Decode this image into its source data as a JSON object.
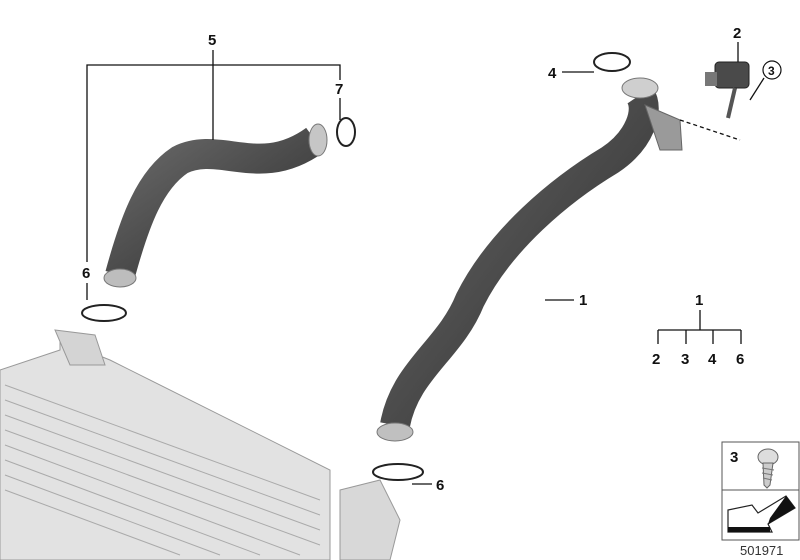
{
  "diagram": {
    "callouts": {
      "hose_upper": "5",
      "seal_upper": "7",
      "seal_left": "6",
      "seal_top": "4",
      "sensor": "2",
      "screw_circled": "3",
      "hose_main": "1",
      "seal_bottom": "6"
    },
    "legend_tree": {
      "parent": "1",
      "children": [
        "2",
        "3",
        "4",
        "6"
      ]
    },
    "part_box": {
      "screw_label": "3"
    },
    "diagram_number": "501971"
  }
}
